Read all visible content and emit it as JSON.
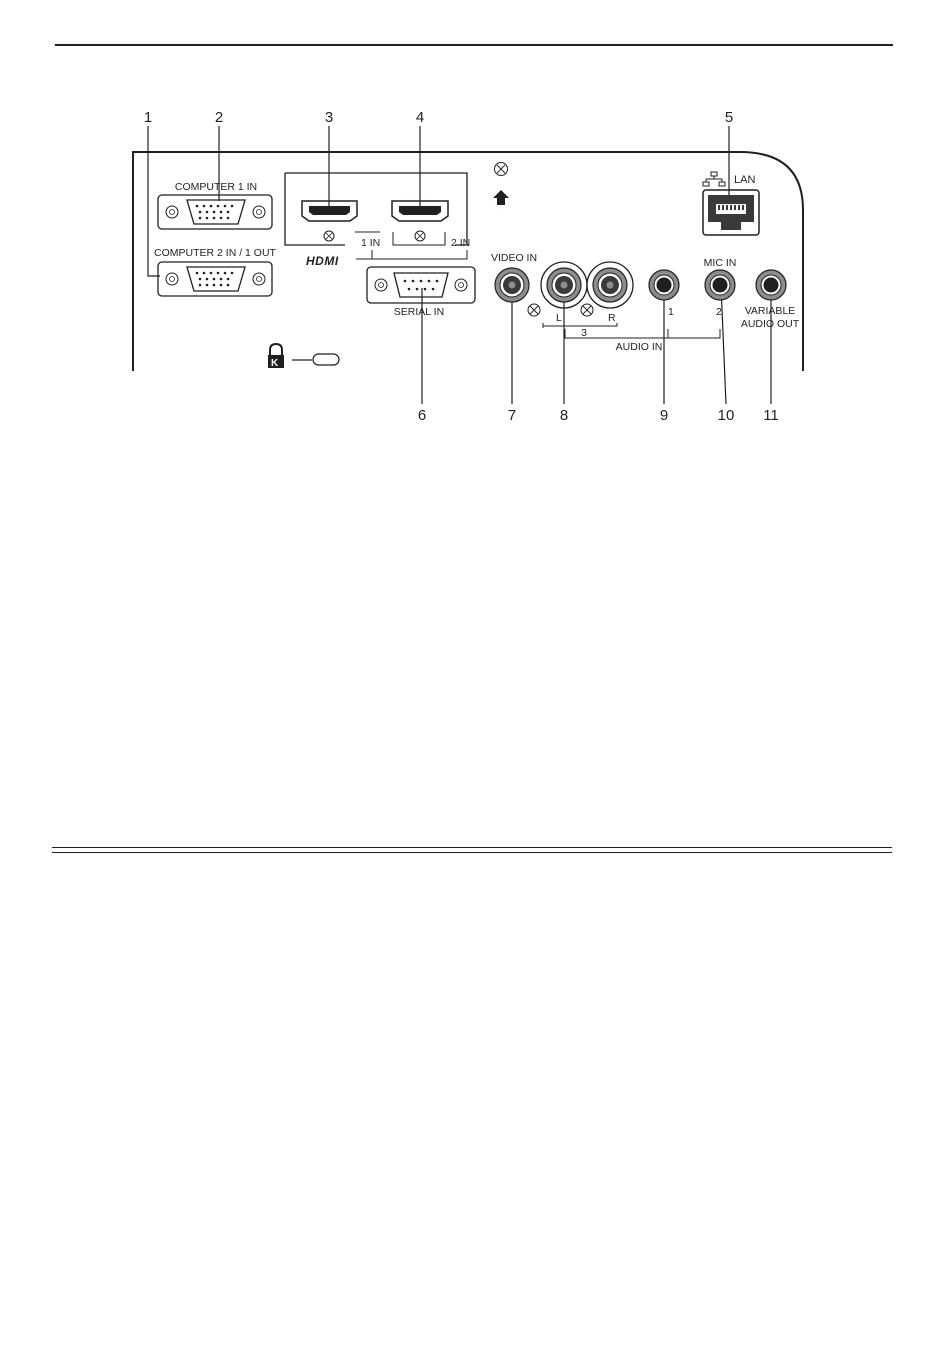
{
  "callouts": [
    "1",
    "2",
    "3",
    "4",
    "5",
    "6",
    "7",
    "8",
    "9",
    "10",
    "11"
  ],
  "labels": {
    "computer1": "COMPUTER 1 IN",
    "computer2": "COMPUTER 2 IN / 1 OUT",
    "hdmi_logo": "HDMI",
    "hdmi1": "1 IN",
    "hdmi2": "2 IN",
    "serial": "SERIAL IN",
    "lan": "LAN",
    "video": "VIDEO IN",
    "audio_l": "L",
    "audio_r": "R",
    "audio_3": "3",
    "audio_in": "AUDIO IN",
    "audio_1": "1",
    "audio_2": "2",
    "mic": "MIC IN",
    "var_out_1": "VARIABLE",
    "var_out_2": "AUDIO OUT"
  },
  "icons": [
    "security-lock-icon",
    "lan-network-icon",
    "screw-icon",
    "arrow-up-icon"
  ],
  "colors": {
    "ink": "#231f20",
    "jack_gray": "#8c8c8c",
    "jack_dark": "#3a3a3a"
  }
}
